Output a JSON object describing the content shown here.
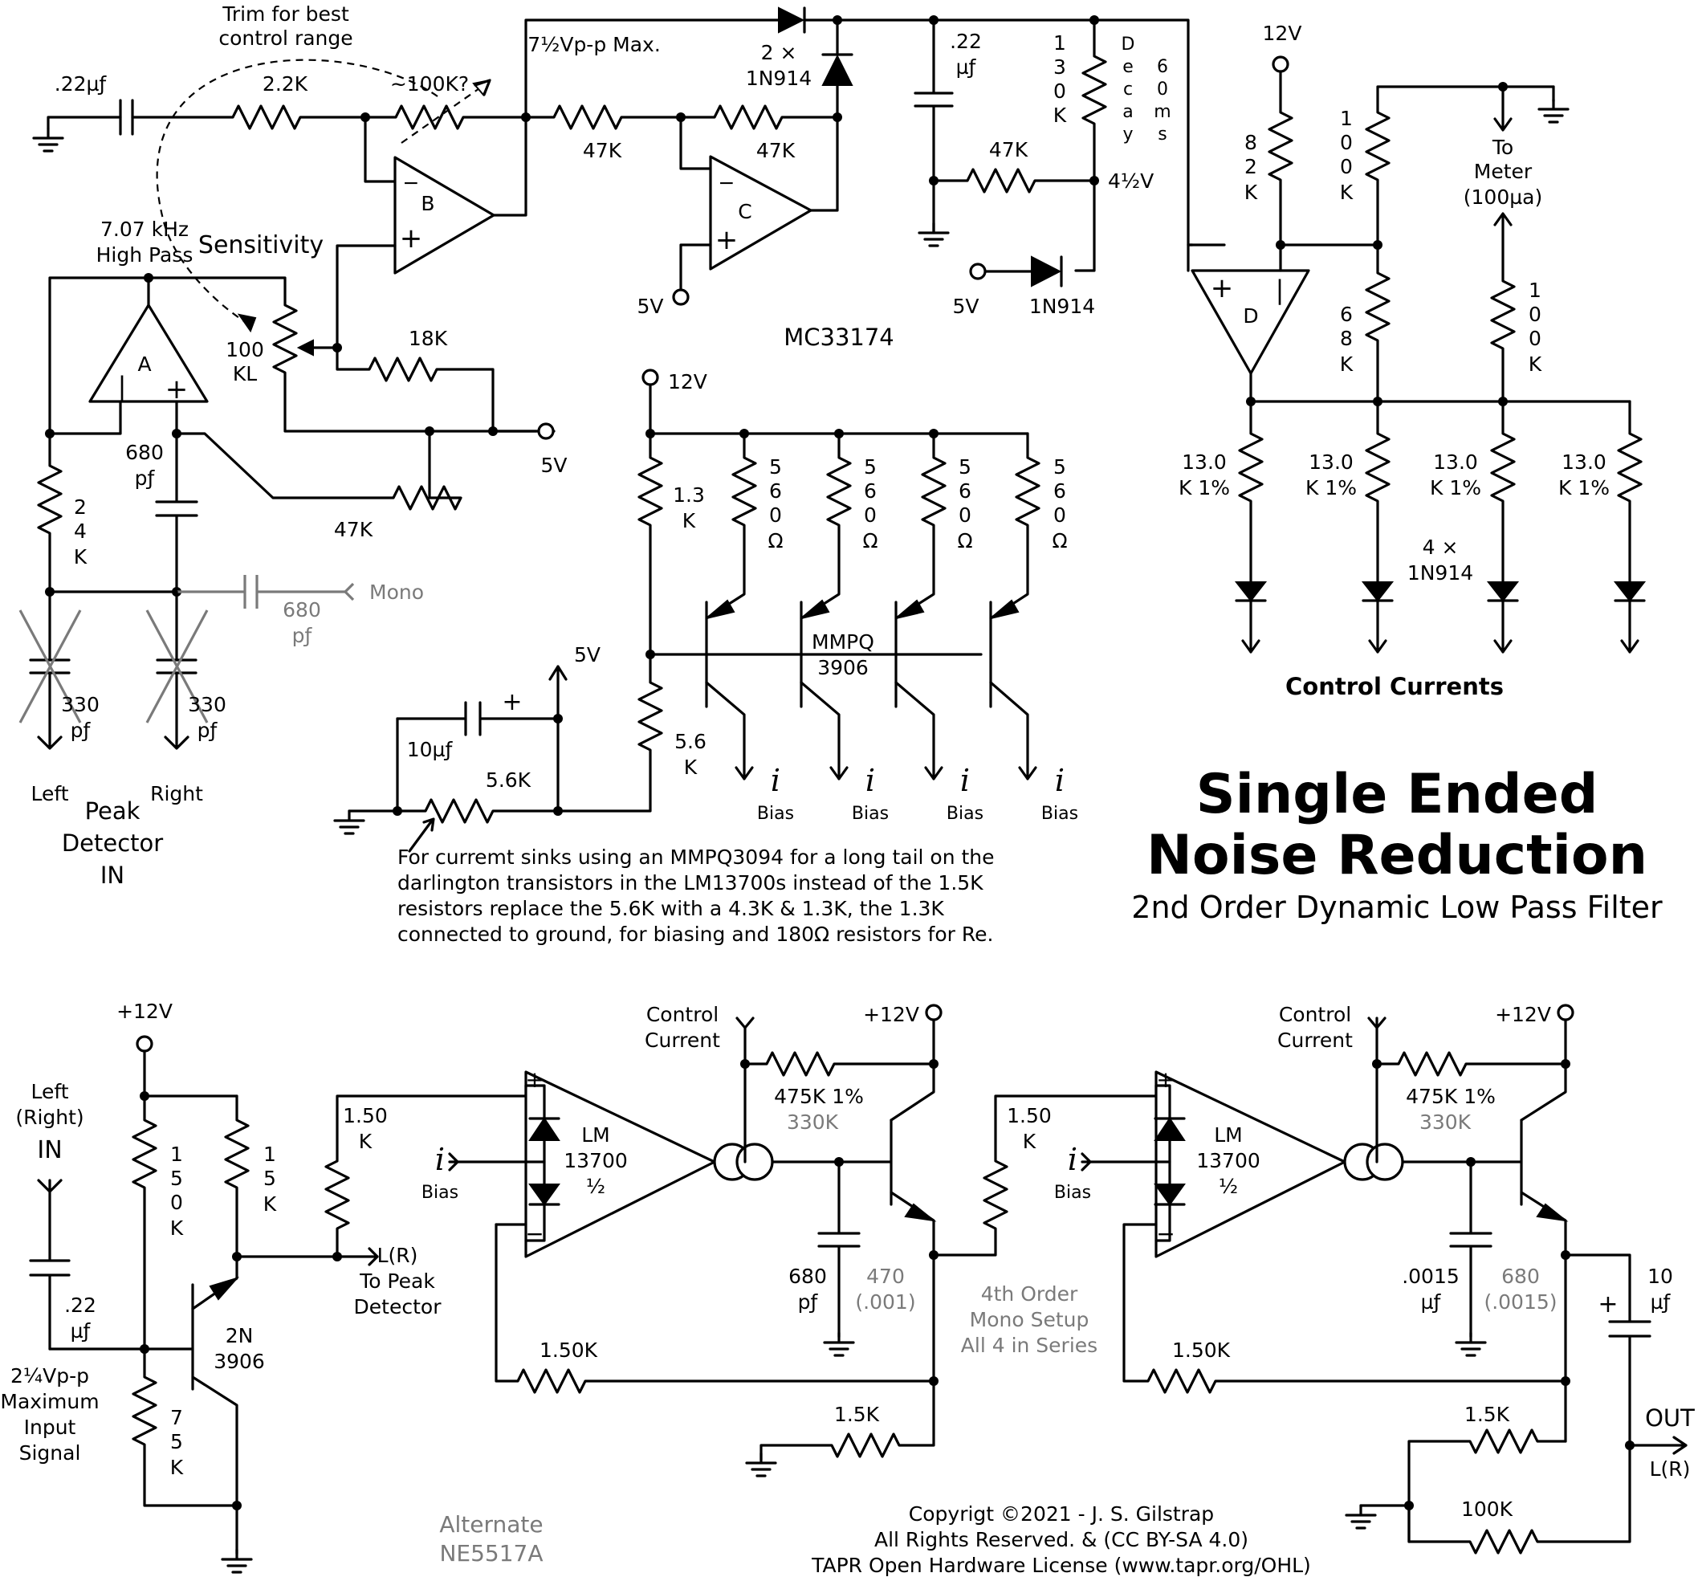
{
  "labels": {
    "trim_note_1": "Trim for best",
    "trim_note_2": "control range",
    "cap_22uf": ".22µƒ",
    "r_2k2": "2.2K",
    "pot_100k": "~100K?",
    "vpp_max": "7½Vp-p Max.",
    "diodes_2x": "2 ×",
    "diodes_1n914": "1N914",
    "cap_22_a": ".22",
    "cap_22_b": "µƒ",
    "r_130k": [
      "1",
      "3",
      "0",
      "K"
    ],
    "decay": [
      "D",
      "e",
      "c",
      "a",
      "y"
    ],
    "decay_ms": [
      "6",
      "0",
      "m",
      "s"
    ],
    "r_47k_1": "47K",
    "r_47k_2": "47K",
    "r_47k_3": "47K",
    "v_4_5": "4½V",
    "hp_1": "7.07 kHz",
    "hp_2": "High Pass",
    "sensitivity": "Sensitivity",
    "opamp_a": "A",
    "opamp_b": "B",
    "opamp_c": "C",
    "opamp_d": "D",
    "v5_c": "5V",
    "v5_diode": "5V",
    "d_1n914": "1N914",
    "ic_mc33174": "MC33174",
    "pot_100kl_1": "100",
    "pot_100kl_2": "KL",
    "r_18k": "18K",
    "v5_out": "5V",
    "cap_680pf_a": "680",
    "cap_680pf_b": "pƒ",
    "r_47k_4": "47K",
    "r_24k": [
      "2",
      "4",
      "K"
    ],
    "mono_cap_1": "680",
    "mono_cap_2": "pƒ",
    "mono": "Mono",
    "cap_330_l1": "330",
    "cap_330_l2": "pƒ",
    "cap_330_r1": "330",
    "cap_330_r2": "pƒ",
    "left": "Left",
    "right": "Right",
    "peak_1": "Peak",
    "peak_2": "Detector",
    "peak_3": "IN",
    "v12_top": "12V",
    "r_82k": [
      "8",
      "2",
      "K"
    ],
    "r_100k_a": [
      "1",
      "0",
      "0",
      "K"
    ],
    "to_meter_1": "To",
    "to_meter_2": "Meter",
    "to_meter_3": "(100µa)",
    "r_68k": [
      "6",
      "8",
      "K"
    ],
    "r_100k_b": [
      "1",
      "0",
      "0",
      "K"
    ],
    "r_13k_1": "13.0",
    "r_13k_2": "K 1%",
    "diodes_4x_1": "4 ×",
    "diodes_4x_2": "1N914",
    "control_currents": "Control  Currents",
    "v12_mid": "12V",
    "r_1k3_1": "1.3",
    "r_1k3_2": "K",
    "r_560": [
      "5",
      "6",
      "0",
      "Ω"
    ],
    "mmpq_1": "MMPQ",
    "mmpq_2": "3906",
    "v5_mid": "5V",
    "cap_10uf": "10µƒ",
    "r_5k6_1": "5.6",
    "r_5k6_2": "K",
    "r_5k6": "5.6K",
    "bias_i": "i",
    "bias": "Bias",
    "note_1": "For curremt sinks using an MMPQ3094 for a long tail on the",
    "note_2": "darlington transistors in the LM13700s instead of the 1.5K",
    "note_3": "resistors replace the 5.6K with a 4.3K & 1.3K, the 1.3K",
    "note_4": "connected to ground, for biasing and 180Ω resistors for Re.",
    "title_1": "Single Ended",
    "title_2": "Noise Reduction",
    "subtitle": "2nd Order Dynamic Low Pass Filter",
    "v12_in": "+12V",
    "in_left_1": "Left",
    "in_left_2": "(Right)",
    "in_left_3": "IN",
    "r_150k": [
      "1",
      "5",
      "0",
      "K"
    ],
    "r_15k": [
      "1",
      "5",
      "K"
    ],
    "r_1k50": "1.50",
    "r_k": "K",
    "cap_in_1": ".22",
    "cap_in_2": "µƒ",
    "in_sig_1": "2¼Vp-p",
    "in_sig_2": "Maximum",
    "in_sig_3": "Input",
    "in_sig_4": "Signal",
    "q_2n_1": "2N",
    "q_2n_2": "3906",
    "r_75k": [
      "7",
      "5",
      "K"
    ],
    "lr_1": "L(R)",
    "lr_2": "To Peak",
    "lr_3": "Detector",
    "control_current_1": "Control",
    "control_current_2": "Current",
    "v12_ota": "+12V",
    "lm_1": "LM",
    "lm_2": "13700",
    "lm_3": "½",
    "r_475k": "475K 1%",
    "r_330k": "330K",
    "cap_680_1": "680",
    "cap_680_2": "pƒ",
    "cap_470_1": "470",
    "cap_470_2": "(.001)",
    "r_1k50_fb": "1.50K",
    "r_1k5": "1.5K",
    "fourth_1": "4th Order",
    "fourth_2": "Mono Setup",
    "fourth_3": "All 4 in Series",
    "cap_0015_1": ".0015",
    "cap_0015_2": "µƒ",
    "cap_680b_1": "680",
    "cap_680b_2": "(.0015)",
    "cap_10_1": "10",
    "cap_10_2": "µƒ",
    "out": "OUT",
    "out_lr": "L(R)",
    "r_100k_out": "100K",
    "alt_1": "Alternate",
    "alt_2": "NE5517A",
    "copy_1": "Copyrigt ©2021 - J. S. Gilstrap",
    "copy_2": "All Rights Reserved. & (CC BY-SA 4.0)",
    "copy_3": "TAPR Open Hardware License (www.tapr.org/OHL)",
    "plus": "+",
    "minus": "−",
    "bar": "|"
  }
}
